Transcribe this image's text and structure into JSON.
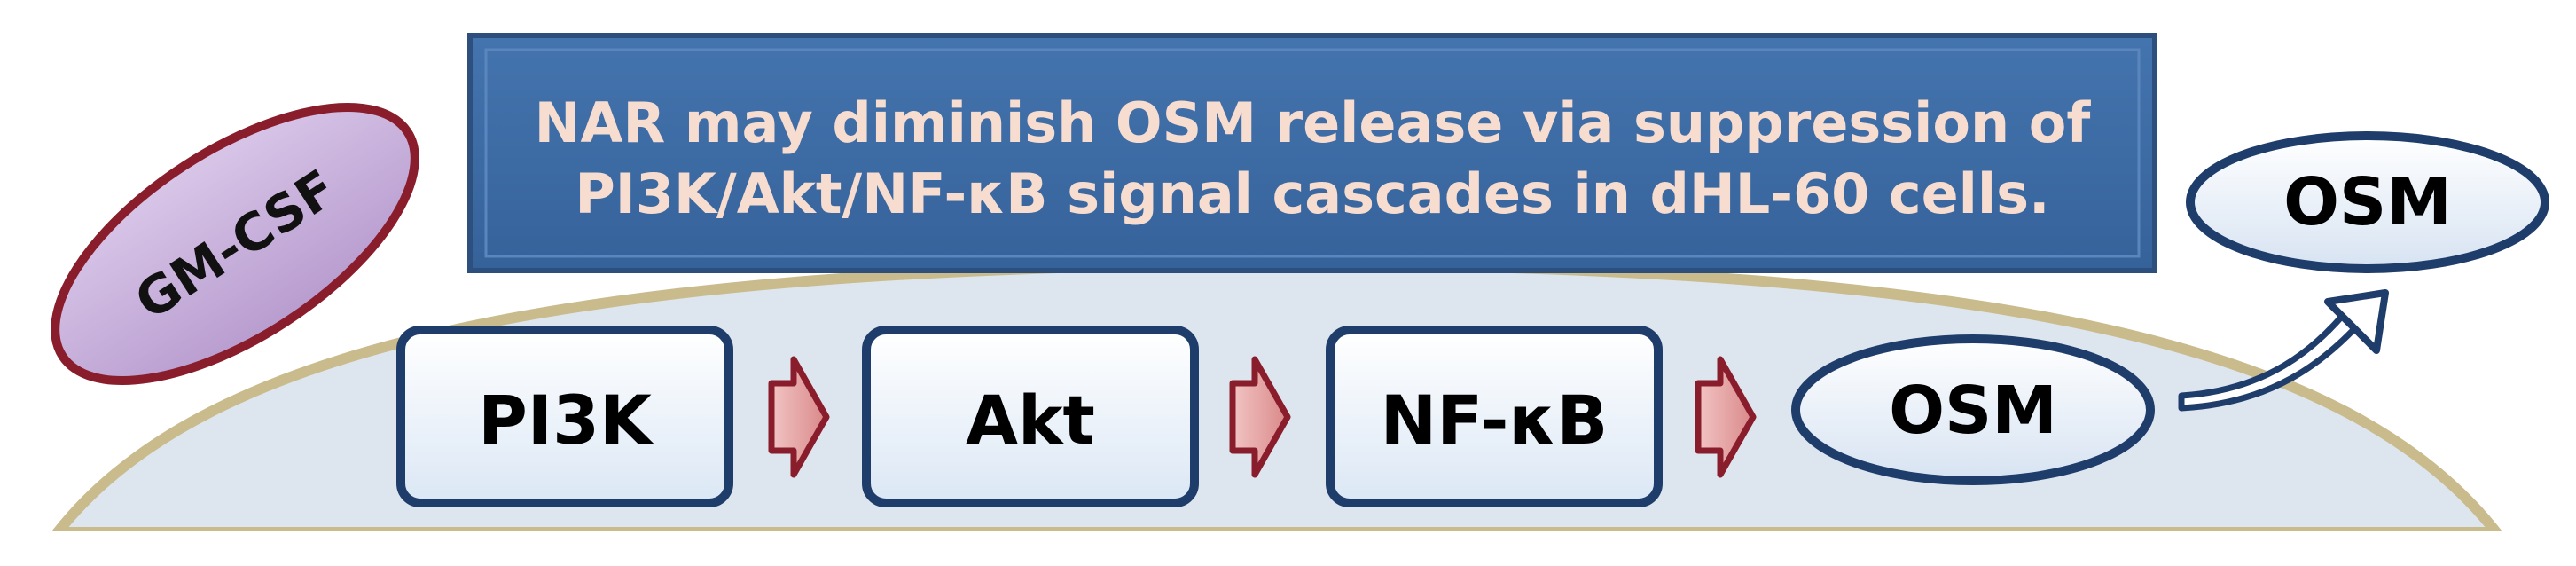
{
  "banner": {
    "line1": "NAR may diminish OSM release via suppression of",
    "line2": "PI3K/Akt/NF-κB signal cascades in dHL-60 cells."
  },
  "stimulus": {
    "label": "GM-CSF"
  },
  "pathway": {
    "nodes": [
      "PI3K",
      "Akt",
      "NF-κB"
    ],
    "intracellular_product": "OSM",
    "released_product": "OSM"
  },
  "colors": {
    "banner_fill": "#3c6aa4",
    "banner_text": "#f7dcd0",
    "cell_fill": "#dde6ef",
    "cell_border": "#c9bb8c",
    "gmcsf_fill": "#c6aed9",
    "gmcsf_border": "#8a1d2b",
    "box_fill": "#eef4fb",
    "box_border": "#1f3d6b",
    "arrow_fill": "#e3a0a0",
    "arrow_border": "#8a1d2b",
    "curved_arrow": "#1f3d6b"
  }
}
